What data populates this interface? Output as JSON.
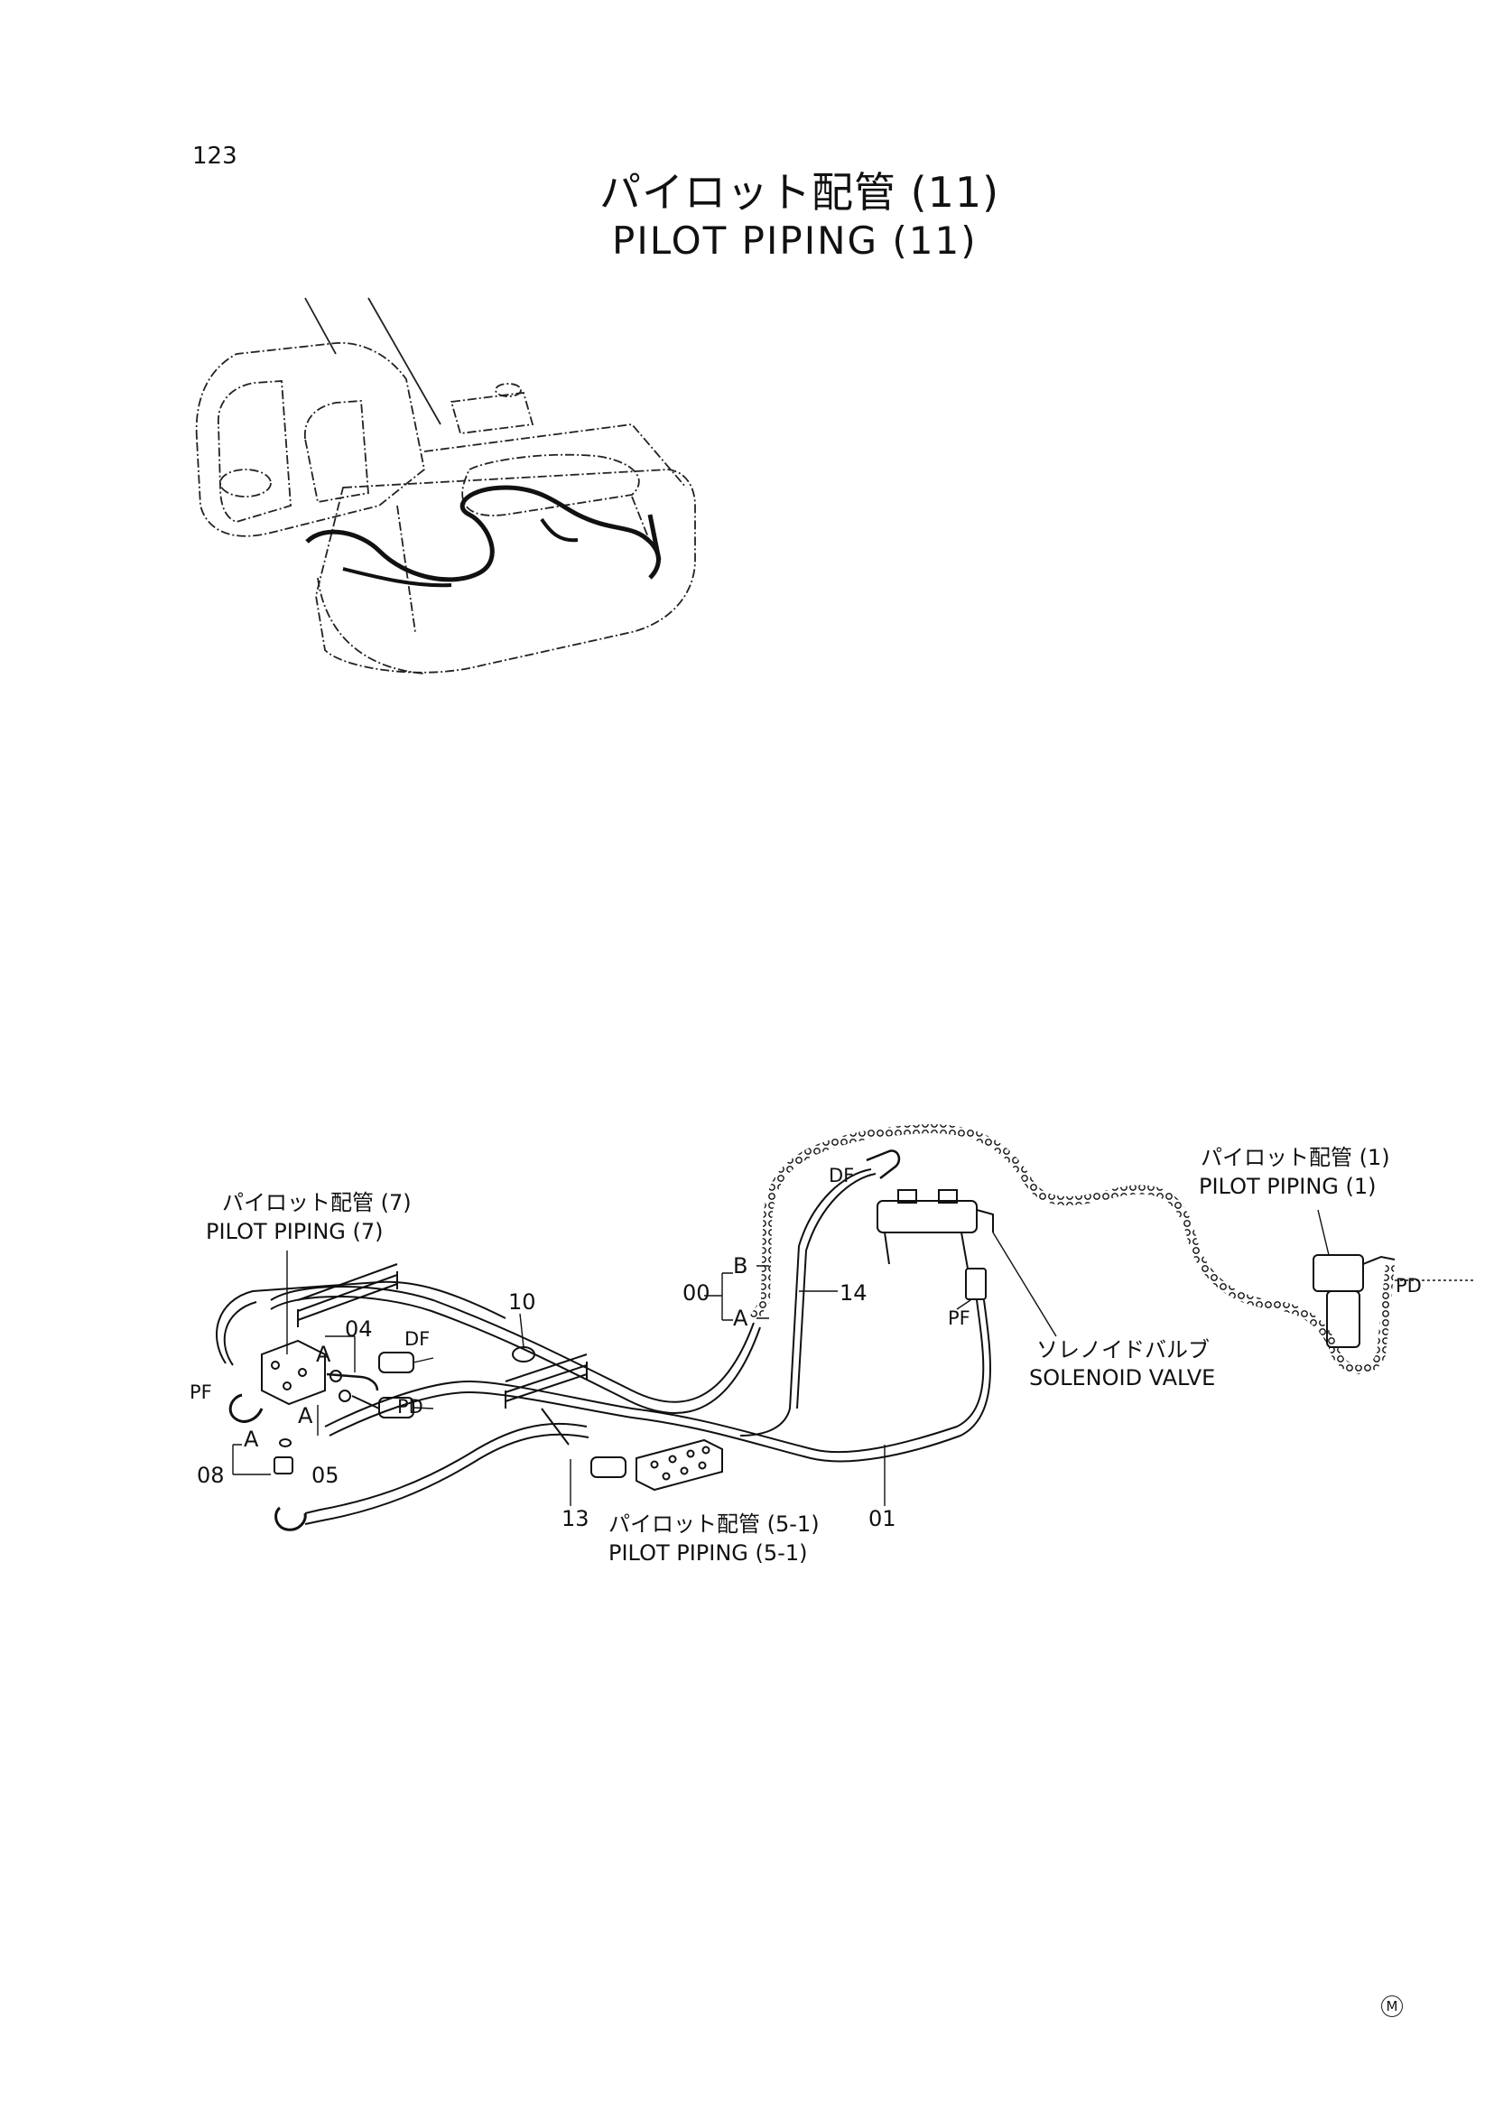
{
  "page": {
    "number": "123",
    "title_jp": "パイロット配管 (11)",
    "title_en": "PILOT PIPING (11)",
    "footer_mark": "M"
  },
  "callouts": {
    "pilot_piping_7_jp": "パイロット配管 (7)",
    "pilot_piping_7_en": "PILOT PIPING (7)",
    "pilot_piping_1_jp": "パイロット配管 (1)",
    "pilot_piping_1_en": "PILOT PIPING (1)",
    "pilot_piping_5_1_jp": "パイロット配管 (5-1)",
    "pilot_piping_5_1_en": "PILOT PIPING (5-1)",
    "solenoid_valve_jp": "ソレノイドバルブ",
    "solenoid_valve_en": "SOLENOID VALVE"
  },
  "part_numbers": {
    "p00": "00",
    "p01": "01",
    "p04": "04",
    "p05": "05",
    "p08": "08",
    "p10": "10",
    "p13": "13",
    "p14": "14"
  },
  "port_labels": {
    "df": "DF",
    "pf": "PF",
    "pd": "PD",
    "a": "A",
    "b": "B"
  }
}
